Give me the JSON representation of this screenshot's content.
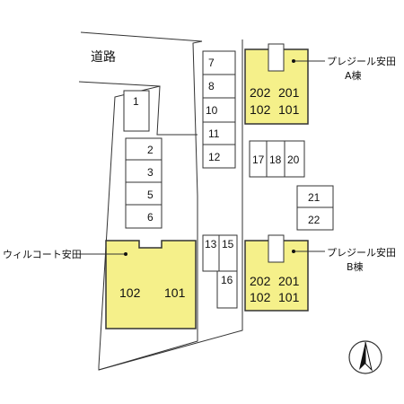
{
  "road_label": "道路",
  "parking": [
    "1",
    "2",
    "3",
    "5",
    "6",
    "7",
    "8",
    "10",
    "11",
    "12",
    "13",
    "15",
    "16",
    "17",
    "18",
    "20",
    "21",
    "22"
  ],
  "buildings": {
    "a": {
      "label": "プレジール安田",
      "wing": "A棟",
      "units": [
        "202",
        "201",
        "102",
        "101"
      ]
    },
    "b": {
      "label": "プレジール安田",
      "wing": "B棟",
      "units": [
        "202",
        "201",
        "102",
        "101"
      ]
    },
    "willcourt": {
      "label": "ウィルコート安田",
      "units": [
        "102",
        "101"
      ]
    }
  },
  "compass": "north-arrow-icon"
}
